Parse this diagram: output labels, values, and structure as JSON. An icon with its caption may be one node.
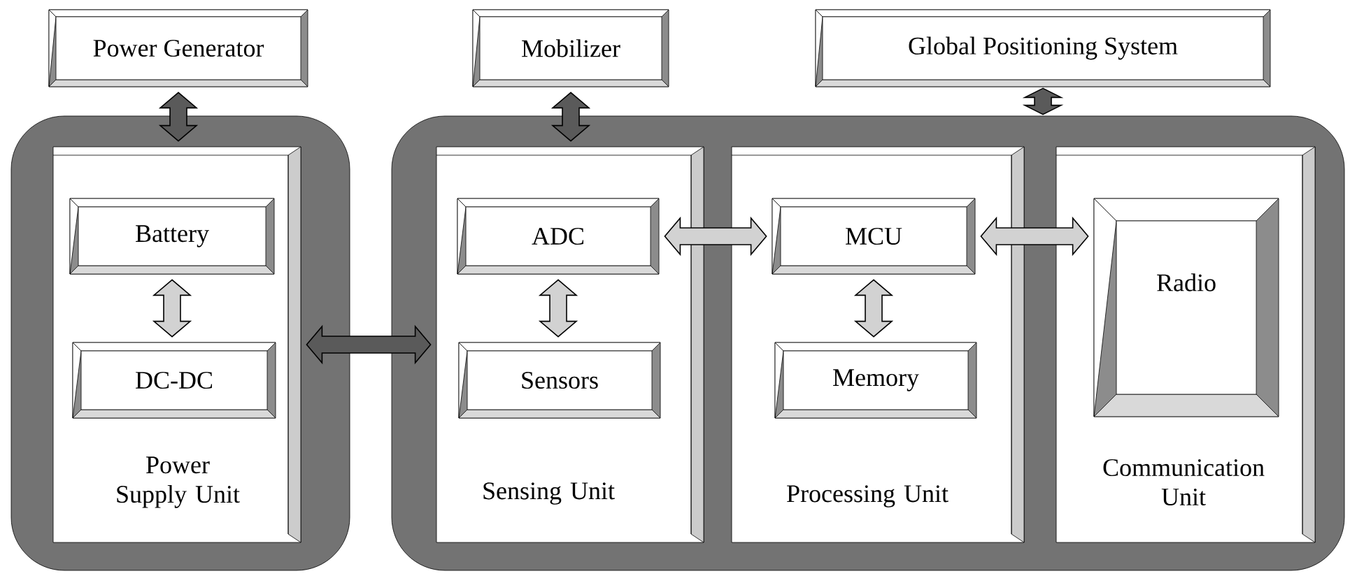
{
  "diagram": {
    "nodes": [
      {
        "text": [
          "Power Generator"
        ]
      },
      {
        "text": [
          "Mobilizer"
        ]
      },
      {
        "text": [
          "Global Positioning System"
        ]
      },
      {
        "text": [],
        "shape": "box"
      },
      {
        "text": [
          "Power Supply Unit"
        ],
        "in": 3
      },
      {
        "text": [
          "Battery"
        ],
        "in": 4
      },
      {
        "text": [
          "DC-DC"
        ],
        "in": 4
      },
      {
        "text": [],
        "shape": "box"
      },
      {
        "text": [
          "Sensing Unit"
        ],
        "in": 7
      },
      {
        "text": [
          "ADC"
        ],
        "in": 8
      },
      {
        "text": [
          "Sensors"
        ],
        "in": 8
      },
      {
        "text": [
          "Processing Unit"
        ],
        "in": 7
      },
      {
        "text": [
          "MCU"
        ],
        "in": 11
      },
      {
        "text": [
          "Memory"
        ],
        "in": 11
      },
      {
        "text": [
          "Communication Unit"
        ],
        "in": 7
      },
      {
        "text": [
          "Radio"
        ],
        "in": 14
      }
    ],
    "edges": [
      {
        "from": 0,
        "to": 4,
        "arrow": "both",
        "color": "#5a5a5a"
      },
      {
        "from": 1,
        "to": 8,
        "arrow": "both",
        "color": "#5a5a5a"
      },
      {
        "from": 2,
        "to": 7,
        "arrow": "both",
        "color": "#5a5a5a"
      },
      {
        "from": 4,
        "to": 8,
        "arrow": "both",
        "color": "#5a5a5a"
      },
      {
        "from": 5,
        "to": 6,
        "arrow": "both"
      },
      {
        "from": 9,
        "to": 10,
        "arrow": "both"
      },
      {
        "from": 12,
        "to": 13,
        "arrow": "both"
      },
      {
        "from": 9,
        "to": 12,
        "arrow": "both"
      },
      {
        "from": 12,
        "to": 15,
        "arrow": "both"
      }
    ]
  }
}
